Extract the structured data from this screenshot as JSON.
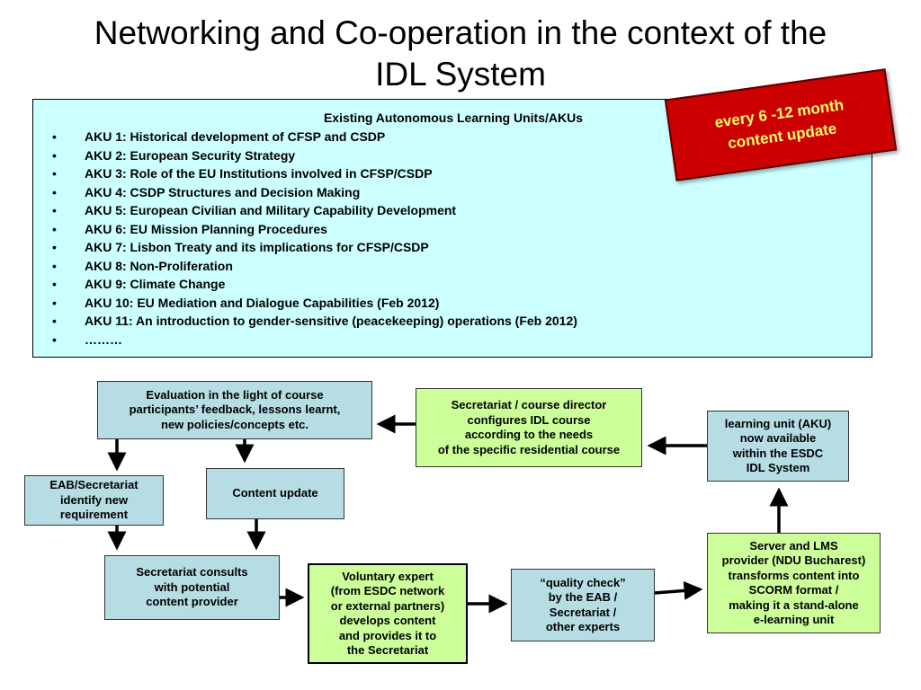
{
  "title": {
    "line1": "Networking and Co-operation in the context of the",
    "line2": "IDL System"
  },
  "aku_panel": {
    "heading": "Existing Autonomous Learning Units/AKUs",
    "bullet": "•",
    "items": [
      "AKU 1: Historical development of CFSP and CSDP",
      "AKU 2: European Security Strategy",
      "AKU 3: Role of the EU Institutions involved in CFSP/CSDP",
      "AKU 4: CSDP Structures and Decision Making",
      "AKU 5: European Civilian and Military Capability Development",
      "AKU 6: EU Mission Planning Procedures",
      "AKU 7: Lisbon Treaty and its implications for CFSP/CSDP",
      "AKU 8: Non-Proliferation",
      "AKU 9: Climate Change",
      "AKU 10: EU Mediation and Dialogue Capabilities (Feb 2012)",
      "AKU 11: An introduction to gender-sensitive (peacekeeping) operations (Feb 2012)",
      "………"
    ]
  },
  "stamp": {
    "line1": "every 6 -12 month",
    "line2": "content update",
    "color": "#cc0000",
    "text_color": "#ffff66"
  },
  "nodes": {
    "evaluation": [
      "Evaluation in the light of course",
      "participants’ feedback, lessons learnt,",
      "new policies/concepts etc."
    ],
    "secretariat_director": [
      "Secretariat / course director",
      "configures IDL course",
      "according to the needs",
      "of the specific residential course"
    ],
    "learning_unit": [
      "learning unit (AKU)",
      "now available",
      "within the ESDC",
      "IDL System"
    ],
    "eab_secretariat": [
      "EAB/Secretariat",
      "identify new",
      "requirement"
    ],
    "content_update": [
      "Content update"
    ],
    "secretariat_consults": [
      "Secretariat consults",
      "with potential",
      "content provider"
    ],
    "voluntary_expert": [
      "Voluntary expert",
      "(from ESDC network",
      "or external partners)",
      "develops content",
      "and provides it to",
      "the Secretariat"
    ],
    "quality_check": [
      "“quality check”",
      "by the EAB /",
      "Secretariat /",
      "other experts"
    ],
    "server_lms": [
      "Server and LMS",
      "provider (NDU Bucharest)",
      "transforms content into",
      "SCORM format /",
      "making it a stand-alone",
      "e-learning unit"
    ]
  },
  "colors": {
    "blue_node": "#b7dde4",
    "green_node": "#ccff99",
    "panel": "#ccffff"
  }
}
